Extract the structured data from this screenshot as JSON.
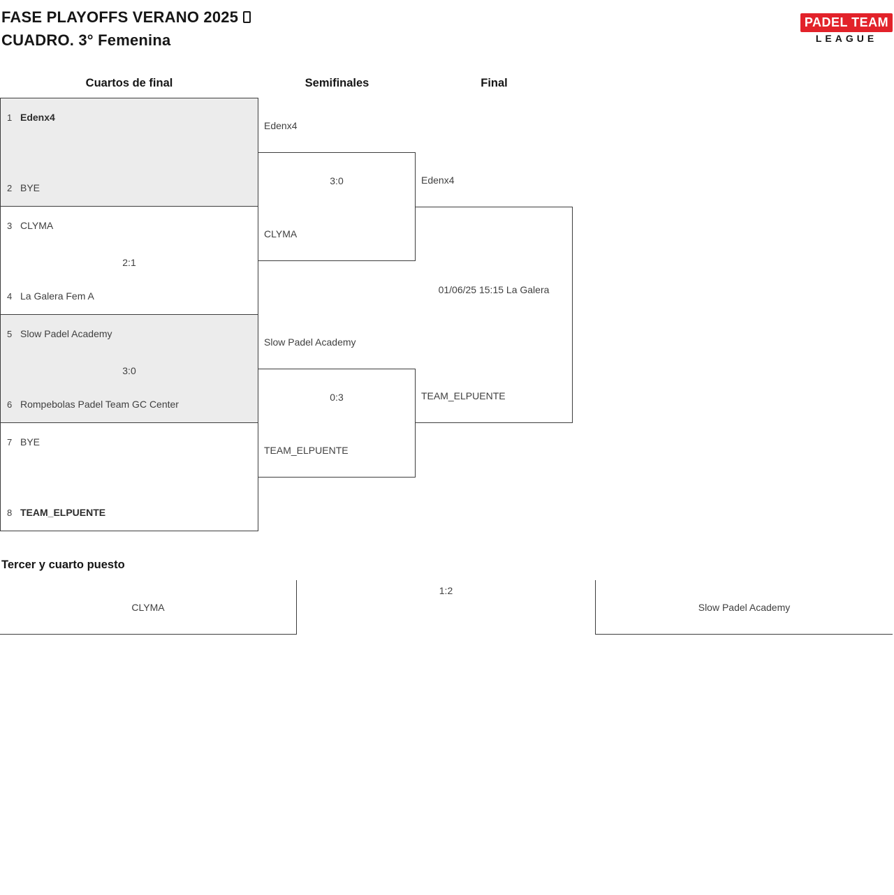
{
  "header": {
    "title_line1": "FASE PLAYOFFS VERANO 2025",
    "title_line2": "CUADRO. 3° Femenina",
    "logo": {
      "line1": "PADEL TEAM",
      "line2": "LEAGUE"
    }
  },
  "colors": {
    "logo_red": "#e2222a",
    "box_gray": "#ececec",
    "border": "#3d3d3d"
  },
  "rounds": [
    {
      "label": "Cuartos de final"
    },
    {
      "label": "Semifinales"
    },
    {
      "label": "Final"
    }
  ],
  "quarterfinals": [
    {
      "seed_top": "1",
      "team_top": "Edenx4",
      "top_bold": true,
      "score": "",
      "seed_bottom": "2",
      "team_bottom": "BYE",
      "bottom_bold": false,
      "shaded": true
    },
    {
      "seed_top": "3",
      "team_top": "CLYMA",
      "top_bold": false,
      "score": "2:1",
      "seed_bottom": "4",
      "team_bottom": "La Galera Fem A",
      "bottom_bold": false,
      "shaded": false
    },
    {
      "seed_top": "5",
      "team_top": "Slow Padel Academy",
      "top_bold": false,
      "score": "3:0",
      "seed_bottom": "6",
      "team_bottom": "Rompebolas Padel Team GC Center",
      "bottom_bold": false,
      "shaded": true
    },
    {
      "seed_top": "7",
      "team_top": "BYE",
      "top_bold": false,
      "score": "",
      "seed_bottom": "8",
      "team_bottom": "TEAM_ELPUENTE",
      "bottom_bold": true,
      "shaded": false
    }
  ],
  "semifinals": [
    {
      "team_top": "Edenx4",
      "score": "3:0",
      "team_bottom": "CLYMA"
    },
    {
      "team_top": "Slow Padel Academy",
      "score": "0:3",
      "team_bottom": "TEAM_ELPUENTE"
    }
  ],
  "final": {
    "team_top": "Edenx4",
    "info": "01/06/25 15:15 La Galera",
    "team_bottom": "TEAM_ELPUENTE"
  },
  "third_place": {
    "heading": "Tercer y cuarto puesto",
    "team_left": "CLYMA",
    "score": "1:2",
    "team_right": "Slow Padel Academy"
  }
}
